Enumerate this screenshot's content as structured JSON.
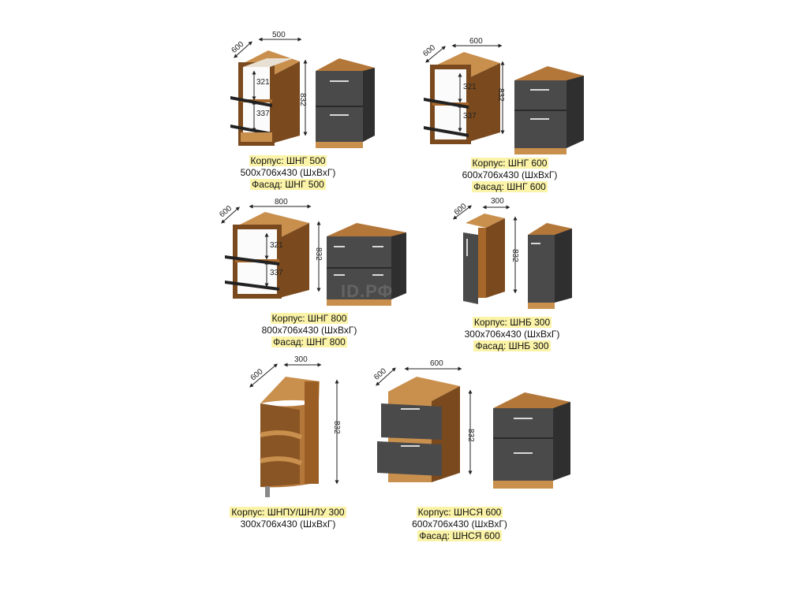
{
  "colors": {
    "wood": "#a8672a",
    "wood_dark": "#7a4a1e",
    "wood_light": "#c98f4d",
    "facade": "#4a4a4a",
    "facade_dark": "#2f2f2f",
    "handle": "#d9d9d9"
  },
  "watermark": "ID.РФ",
  "items": [
    {
      "id": "shng500",
      "width": "500",
      "depth": "600",
      "height": "832",
      "shelf1": "321",
      "shelf2": "337",
      "korpus": "Корпус: ШНГ 500",
      "size": "500х706х430 (ШхВхГ)",
      "fasad": "Фасад: ШНГ 500"
    },
    {
      "id": "shng600",
      "width": "600",
      "depth": "600",
      "height": "832",
      "shelf1": "321",
      "shelf2": "337",
      "korpus": "Корпус: ШНГ 600",
      "size": "600х706х430 (ШхВхГ)",
      "fasad": "Фасад: ШНГ 600"
    },
    {
      "id": "shng800",
      "width": "800",
      "depth": "600",
      "height": "832",
      "shelf1": "321",
      "shelf2": "337",
      "korpus": "Корпус: ШНГ 800",
      "size": "800х706х430 (ШхВхГ)",
      "fasad": "Фасад: ШНГ 800"
    },
    {
      "id": "shnb300",
      "width": "300",
      "depth": "600",
      "height": "832",
      "korpus": "Корпус: ШНБ 300",
      "size": "300х706х430 (ШхВхГ)",
      "fasad": "Фасад: ШНБ 300"
    },
    {
      "id": "shnpu300",
      "width": "300",
      "depth": "600",
      "height": "832",
      "korpus": "Корпус: ШНПУ/ШНЛУ 300",
      "size": "300х706х430 (ШхВхГ)"
    },
    {
      "id": "shnsya600",
      "width": "600",
      "depth": "600",
      "height": "832",
      "korpus": "Корпус: ШНСЯ 600",
      "size": "600х706х430 (ШхВхГ)",
      "fasad": "Фасад: ШНСЯ 600"
    }
  ]
}
